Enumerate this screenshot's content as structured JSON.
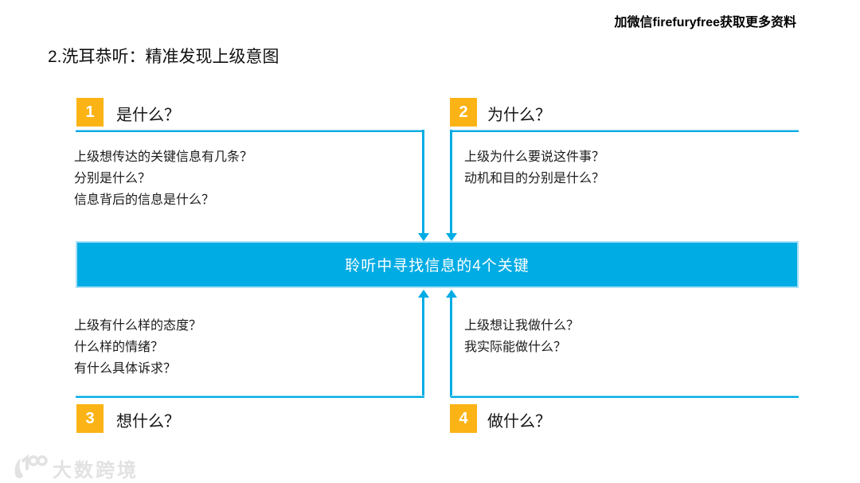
{
  "header": {
    "wechat_note": "加微信firefuryfree获取更多资料",
    "title": "2.洗耳恭听：精准发现上级意图"
  },
  "center_bar": {
    "label": "聆听中寻找信息的4个关键"
  },
  "quadrants": [
    {
      "number": "1",
      "question": "是什么？",
      "lines": [
        "上级想传达的关键信息有几条？",
        "分别是什么？",
        "信息背后的信息是什么？"
      ]
    },
    {
      "number": "2",
      "question": "为什么？",
      "lines": [
        "上级为什么要说这件事？",
        "动机和目的分别是什么？"
      ]
    },
    {
      "number": "3",
      "question": "想什么？",
      "lines": [
        "上级有什么样的态度？",
        "什么样的情绪？",
        "有什么具体诉求？"
      ]
    },
    {
      "number": "4",
      "question": "做什么？",
      "lines": [
        "上级想让我做什么？",
        "我实际能做什么？"
      ]
    }
  ],
  "watermark": {
    "logo_text": "大数跨境"
  },
  "colors": {
    "accent_cyan": "#00ACE4",
    "accent_cyan_light": "#a9e0f6",
    "badge_orange": "#FBB315",
    "watermark_gray": "#e2e2e2"
  },
  "icons": {
    "connector_top_left": "arrow-down-icon",
    "connector_top_right": "arrow-down-icon",
    "connector_bottom_left": "arrow-up-icon",
    "connector_bottom_right": "arrow-up-icon",
    "logo": "swoosh-100-icon"
  }
}
